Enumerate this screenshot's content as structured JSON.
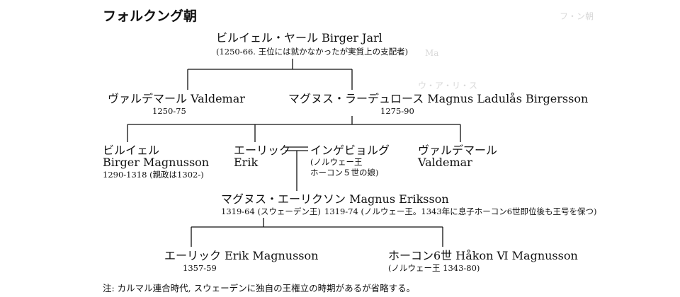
{
  "title": "フォルクング朝",
  "people": {
    "birger_jarl": {
      "name": "ビルイェル・ヤール  Birger Jarl",
      "note": "(1250-66. 王位には就かなかったが実質上の支配者)"
    },
    "valdemar_king": {
      "name": "ヴァルデマール  Valdemar",
      "years": "1250-75"
    },
    "magnus_ladulas": {
      "name": "マグヌス・ラーデュロース  Magnus Ladulås Birgersson",
      "years": "1275-90"
    },
    "birger_magnusson": {
      "name_jp": "ビルイェル",
      "name_en": "Birger Magnusson",
      "years": "1290-1318 (親政は1302-)"
    },
    "erik": {
      "name_jp": "エーリック",
      "name_en": "Erik"
    },
    "ingeborg": {
      "name": "インゲビョルグ",
      "note_1": "(ノルウェー王",
      "note_2": "ホーコン５世の娘)"
    },
    "valdemar_son": {
      "name_jp": "ヴァルデマール",
      "name_en": "Valdemar"
    },
    "magnus_eriksson": {
      "name": "マグヌス・エーリクソン  Magnus Eriksson",
      "years_sweden": "1319-64 (スウェーデン王)",
      "years_norway": "1319-74 (ノルウェー王。1343年に息子ホーコン6世即位後も王号を保つ)"
    },
    "erik_magnusson": {
      "name": "エーリック  Erik Magnusson",
      "years": "1357-59"
    },
    "hakon_vi": {
      "name": "ホーコン6世  Håkon Ⅵ  Magnusson",
      "years": "(ノルウェー王  1343-80)"
    }
  },
  "footnote": "注: カルマル連合時代, スウェーデンに独自の王権立の時期があるが省略する。",
  "marriage_symbol": "═══",
  "ghost_text": {
    "top_right": "フ・ン朝",
    "mid_a": "ウ・ア・リ・ス",
    "mid_b": "Ma"
  },
  "colors": {
    "ink": "#111111",
    "ghost": "#d8d8d8",
    "background": "#ffffff"
  }
}
